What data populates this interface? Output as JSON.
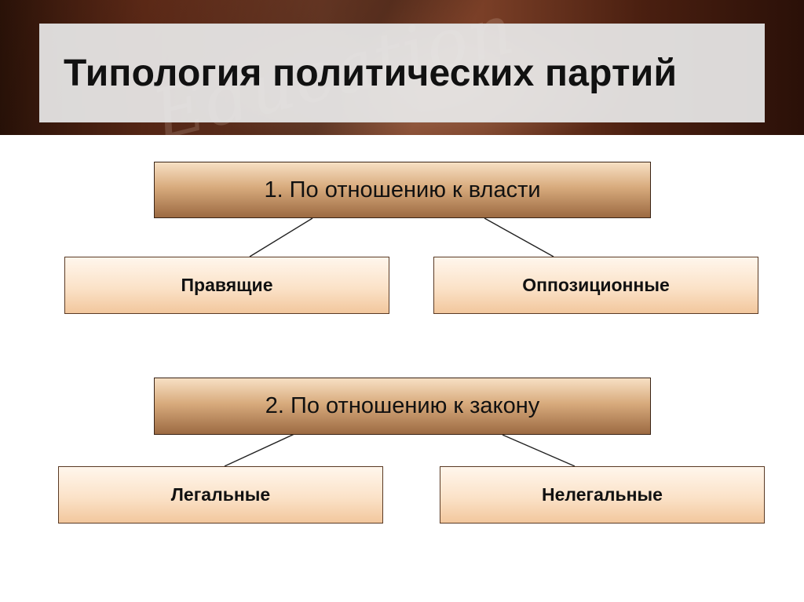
{
  "slide": {
    "title": "Типология политических партий",
    "background_text": "Education"
  },
  "groups": [
    {
      "heading": "1. По отношению к власти",
      "children": [
        "Правящие",
        "Оппозиционные"
      ]
    },
    {
      "heading": "2. По отношению к закону",
      "children": [
        "Легальные",
        "Нелегальные"
      ]
    }
  ],
  "colors": {
    "heading_box": "#d8ab7d",
    "leaf_box": "#fbe2c8",
    "banner": "#6a2f1a",
    "text": "#111111"
  }
}
